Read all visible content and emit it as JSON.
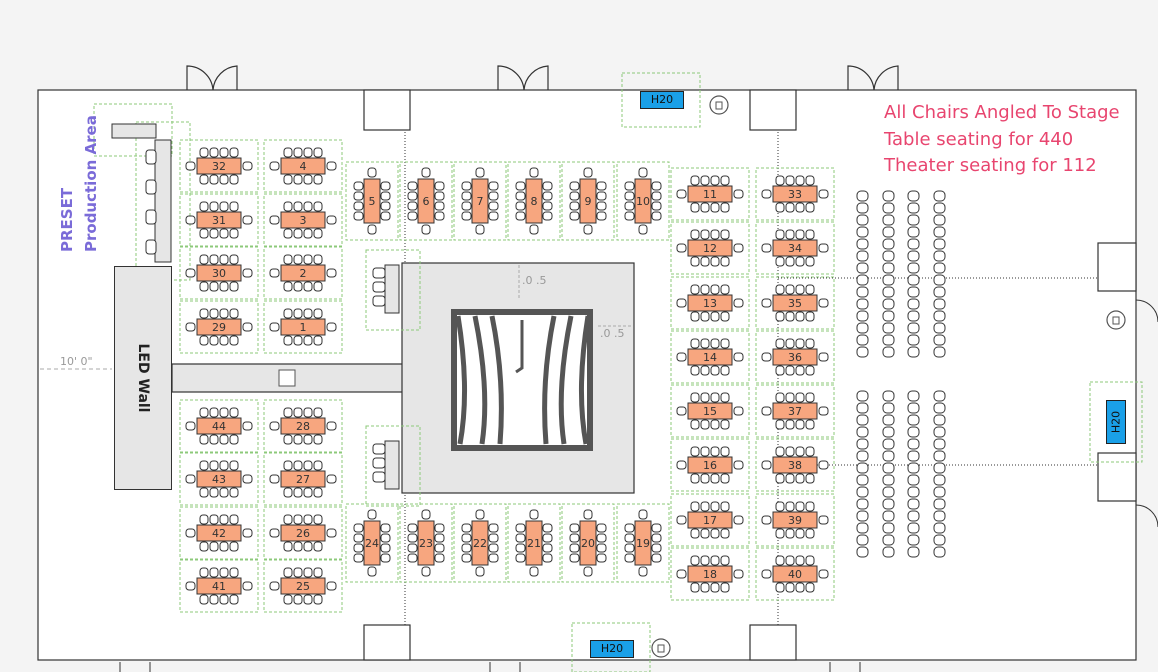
{
  "notes": {
    "line1": "All Chairs Angled To Stage",
    "line2": "Table seating for 440",
    "line3": "Theater seating for 112"
  },
  "labels": {
    "preset": "PRESET",
    "production_area": "Production Area",
    "led_wall": "LED Wall",
    "h2o": "H20",
    "dimension_left": "10' 0\"",
    "dim_stage_top": ".0 .5",
    "dim_stage_right": ".0 .5"
  },
  "tables": {
    "left_top_col1": [
      "32",
      "31",
      "30",
      "29"
    ],
    "left_top_col2": [
      "4",
      "3",
      "2",
      "1"
    ],
    "left_bottom_col1": [
      "44",
      "43",
      "42",
      "41"
    ],
    "left_bottom_col2": [
      "28",
      "27",
      "26",
      "25"
    ],
    "top_row": [
      "5",
      "6",
      "7",
      "8",
      "9",
      "10"
    ],
    "bottom_row": [
      "24",
      "23",
      "22",
      "21",
      "20",
      "19"
    ],
    "right_col1": [
      "11",
      "12",
      "13",
      "14",
      "15",
      "16",
      "17",
      "18"
    ],
    "right_col2": [
      "33",
      "34",
      "35",
      "36",
      "37",
      "38",
      "39",
      "40"
    ]
  },
  "colors": {
    "table_fill": "#f7a67f",
    "note_color": "#e8456f",
    "label_color": "#7a6bd8",
    "h2o_fill": "#1aa0e8",
    "stage_fill": "#e6e6e6"
  }
}
